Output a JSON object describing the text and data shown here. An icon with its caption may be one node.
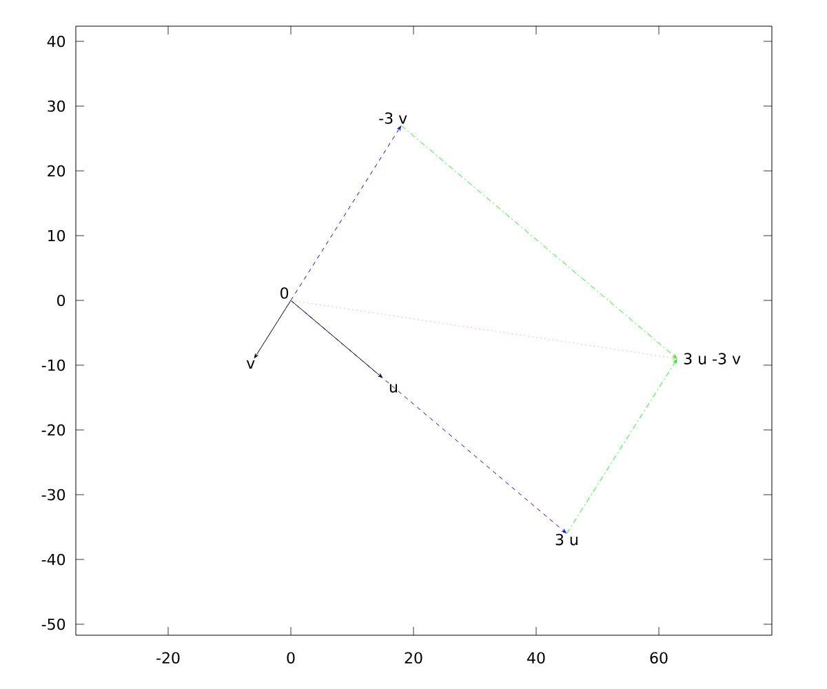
{
  "diagram": {
    "nodes": [
      {
        "text": [
          "0"
        ]
      },
      {
        "text": [
          "v"
        ]
      },
      {
        "text": [
          "u"
        ]
      },
      {
        "text": [
          "-3 v"
        ]
      },
      {
        "text": [
          "3 u"
        ]
      },
      {
        "text": [
          "3 u -3 v"
        ]
      }
    ],
    "edges": [
      {
        "from": 0,
        "to": 1,
        "arrow": "to"
      },
      {
        "from": 0,
        "to": 2,
        "arrow": "to"
      },
      {
        "from": 0,
        "to": 3,
        "arrow": "to",
        "style": "dashed",
        "color": "#0000ff"
      },
      {
        "from": 0,
        "to": 4,
        "arrow": "to",
        "style": "dashed",
        "color": "#0000ff"
      },
      {
        "from": 3,
        "to": 5,
        "arrow": "to",
        "style": "dashed",
        "color": "#00ff00"
      },
      {
        "from": 4,
        "to": 5,
        "arrow": "to",
        "style": "dashed",
        "color": "#00ff00"
      },
      {
        "from": 0,
        "to": 5,
        "arrow": "to",
        "style": "dashed",
        "color": "#ffb0b8"
      }
    ],
    "labels": [
      "40",
      "30",
      "20",
      "10",
      "0",
      "-10",
      "-20",
      "-30",
      "-40",
      "-50",
      "-20",
      "0",
      "20",
      "40",
      "60"
    ]
  }
}
